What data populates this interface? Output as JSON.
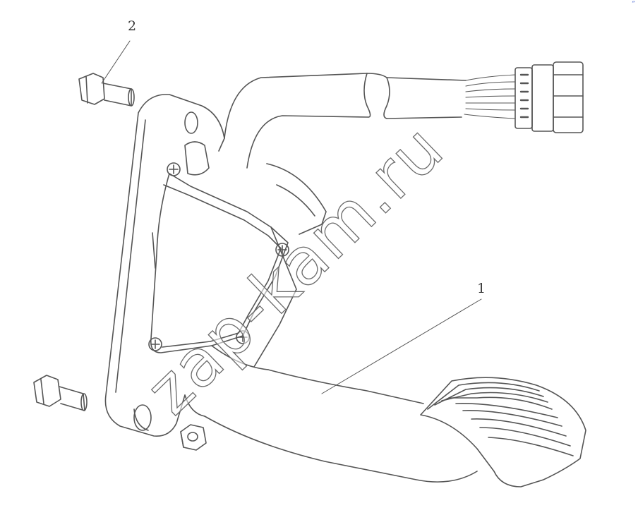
{
  "diagram": {
    "callouts": [
      {
        "id": "1",
        "text": "1"
      },
      {
        "id": "2",
        "text": "2"
      }
    ],
    "watermark": "zap-kam.ru",
    "corner_mark": "˝",
    "colors": {
      "line": "#555555",
      "light_line": "#8a8a8a",
      "watermark_stroke": "#6a6a6a",
      "corner_mark": "#3355cc"
    }
  }
}
